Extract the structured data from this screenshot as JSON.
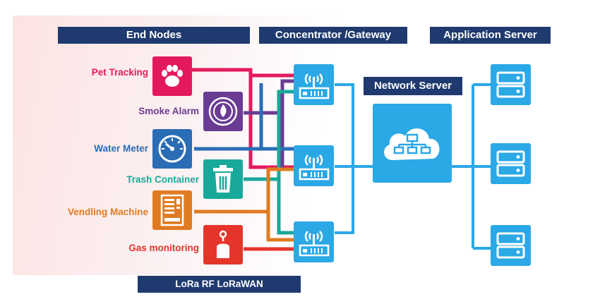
{
  "headers": {
    "end_nodes": "End Nodes",
    "gateway": "Concentrator /Gateway",
    "app_server": "Application Server"
  },
  "network_server": {
    "label": "Network Server",
    "icon": "cloud-network-icon"
  },
  "end_nodes": [
    {
      "label": "Pet Tracking",
      "icon": "paw-icon",
      "color": "#e4195c"
    },
    {
      "label": "Smoke Alarm",
      "icon": "smoke-alarm-icon",
      "color": "#6b3c93"
    },
    {
      "label": "Water Meter",
      "icon": "water-meter-icon",
      "color": "#2a6db5"
    },
    {
      "label": "Trash Container",
      "icon": "trash-can-icon",
      "color": "#18a99a"
    },
    {
      "label": "Vendling Machine",
      "icon": "vending-machine-icon",
      "color": "#e07b22"
    },
    {
      "label": "Gas monitoring",
      "icon": "gas-sensor-icon",
      "color": "#e5352b"
    }
  ],
  "gateways": [
    {
      "icon": "gateway-antenna-icon"
    },
    {
      "icon": "gateway-antenna-icon"
    },
    {
      "icon": "gateway-antenna-icon"
    }
  ],
  "app_servers": [
    {
      "icon": "server-icon"
    },
    {
      "icon": "server-icon"
    },
    {
      "icon": "server-icon"
    }
  ],
  "footer": {
    "label": "LoRa RF  LoRaWAN"
  },
  "colors": {
    "navy": "#1f3a6e",
    "blue": "#2ba8e6"
  }
}
